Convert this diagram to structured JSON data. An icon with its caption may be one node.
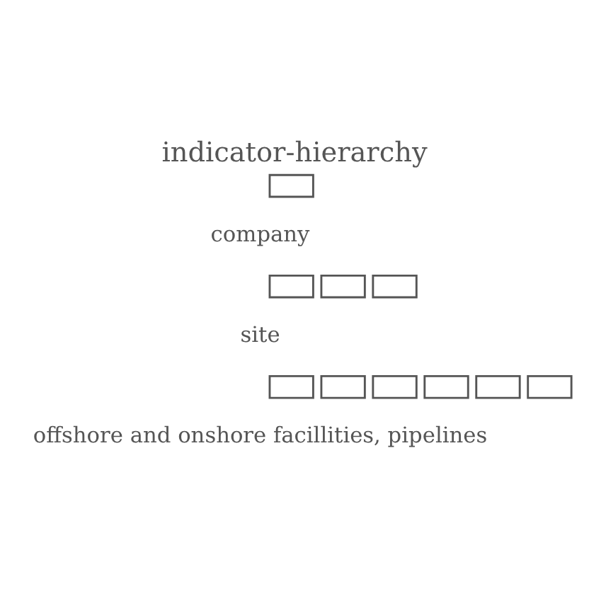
{
  "diagram": {
    "title": "indicator-hierarchy",
    "nodes": [
      {
        "text": [],
        "shape": "box"
      },
      {
        "text": [],
        "shape": "box"
      },
      {
        "text": [],
        "shape": "box"
      },
      {
        "text": [],
        "shape": "box"
      },
      {
        "text": [],
        "shape": "box"
      },
      {
        "text": [],
        "shape": "box"
      },
      {
        "text": [],
        "shape": "box"
      },
      {
        "text": [],
        "shape": "box"
      },
      {
        "text": [],
        "shape": "box"
      },
      {
        "text": [],
        "shape": "box"
      }
    ],
    "labels": [
      "company",
      "site",
      "offshore and onshore facillities, pipelines"
    ]
  }
}
